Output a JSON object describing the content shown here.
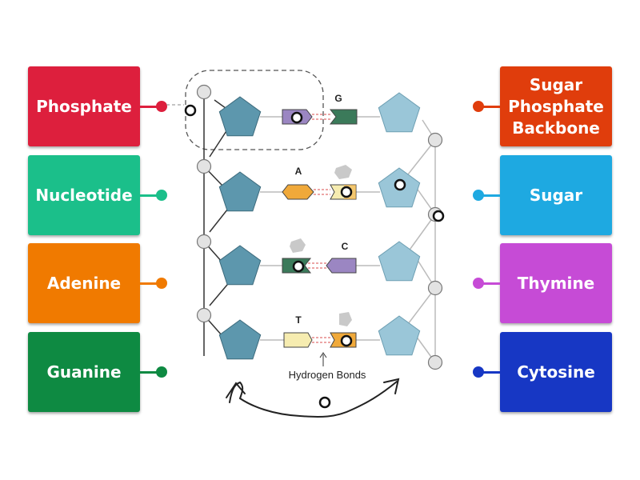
{
  "labels_left": [
    {
      "text": "Phosphate",
      "color": "#dd1f3d"
    },
    {
      "text": "Nucleotide",
      "color": "#1bbf8a"
    },
    {
      "text": "Adenine",
      "color": "#f07a00"
    },
    {
      "text": "Guanine",
      "color": "#0e8a42"
    }
  ],
  "labels_right": [
    {
      "text": "Sugar\nPhosphate\nBackbone",
      "color": "#e03d0c"
    },
    {
      "text": "Sugar",
      "color": "#1ea9e1"
    },
    {
      "text": "Thymine",
      "color": "#c64bd6"
    },
    {
      "text": "Cytosine",
      "color": "#1737c4"
    }
  ],
  "diagram": {
    "base_letters": [
      "G",
      "A",
      "C",
      "T"
    ],
    "hydrogen_bonds_label": "Hydrogen Bonds",
    "colors": {
      "sugar_left": "#5d97ad",
      "sugar_right": "#9ac6d8",
      "guanine": "#3b7a5a",
      "adenine": "#f0a93a",
      "thymine": "#f6ecb0",
      "cytosine": "#9b86c2",
      "hbond": "#e07070"
    }
  }
}
